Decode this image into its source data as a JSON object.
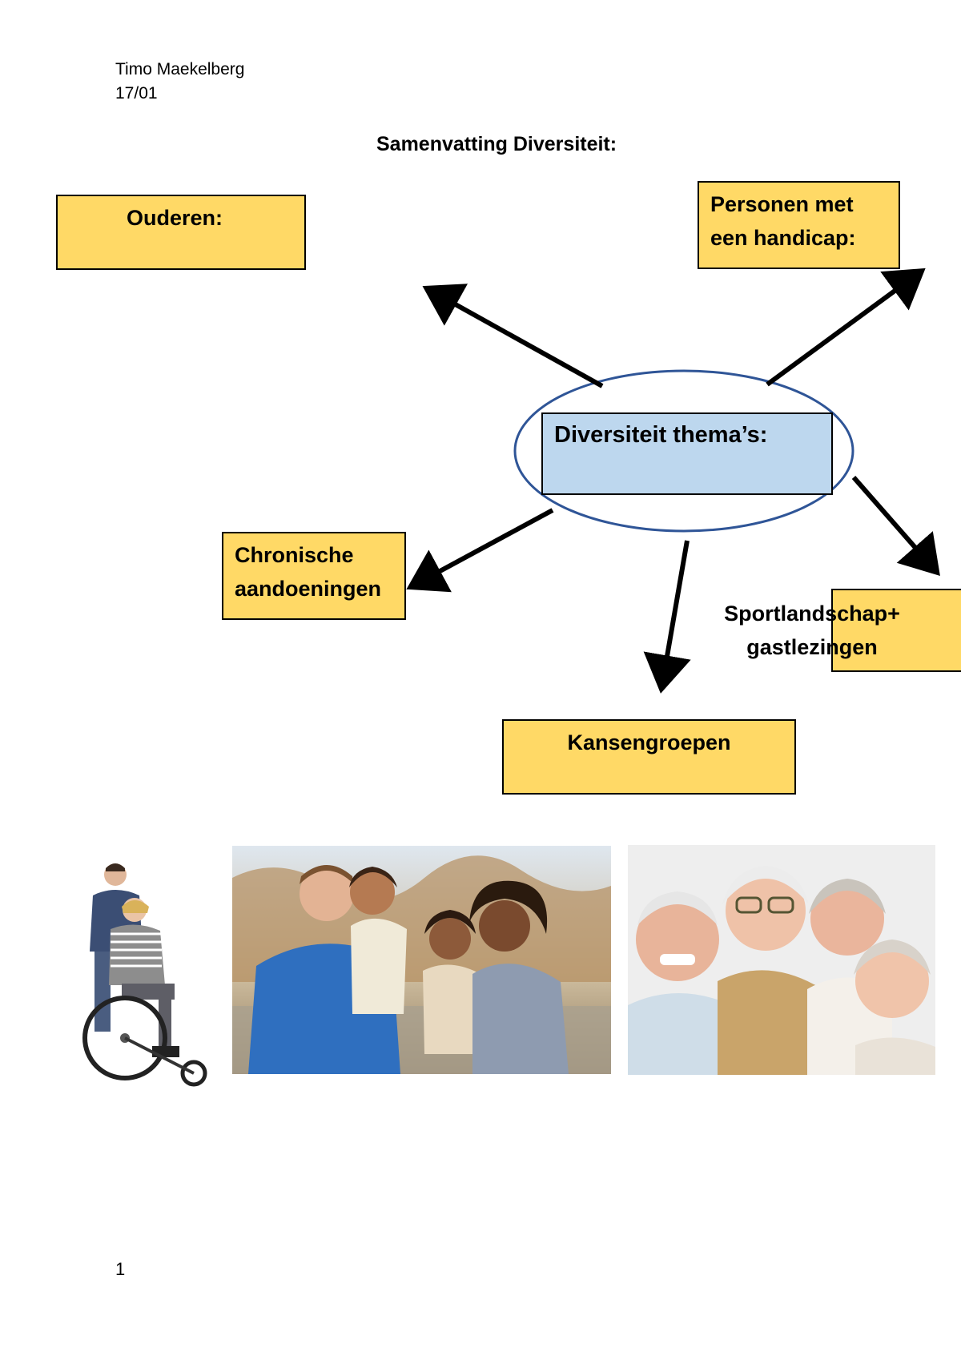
{
  "header": {
    "author": "Timo Maekelberg",
    "date": "17/01"
  },
  "title": "Samenvatting Diversiteit:",
  "diagram": {
    "center": "Diversiteit thema’s:",
    "nodes": {
      "ouderen": "Ouderen:",
      "handicap_line1": "Personen met",
      "handicap_line2": "een handicap:",
      "chronisch_line1": "Chronische",
      "chronisch_line2": "aandoeningen",
      "sport_line1": "Sportlandschap+",
      "sport_line2": "gastlezingen",
      "kansengroepen": "Kansengroepen"
    },
    "colors": {
      "node_fill": "#ffd966",
      "center_fill": "#bdd7ee",
      "ellipse_stroke": "#2f5597"
    }
  },
  "photos": [
    {
      "name": "wheelchair-photo"
    },
    {
      "name": "family-photo"
    },
    {
      "name": "seniors-photo"
    }
  ],
  "footer": {
    "page_number": "1"
  }
}
